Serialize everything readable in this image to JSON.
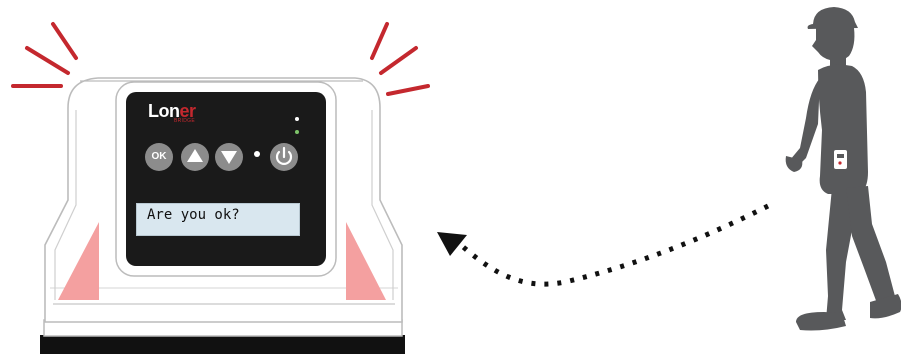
{
  "device": {
    "brand_main": "Lon",
    "brand_accent": "er",
    "brand_sub": "BRIDGE",
    "ok_label": "OK",
    "screen_text": "Are you ok?"
  },
  "colors": {
    "alert_red": "#c4282e",
    "alarm_glow": "#f4a0a0",
    "screen_bg": "#d9e7ef",
    "worker": "#58595b",
    "button_gray": "#8c8c8c"
  },
  "icons": {
    "up": "up-arrow-icon",
    "down": "down-arrow-icon",
    "power": "power-icon",
    "signal": "curved-dotted-arrow"
  }
}
